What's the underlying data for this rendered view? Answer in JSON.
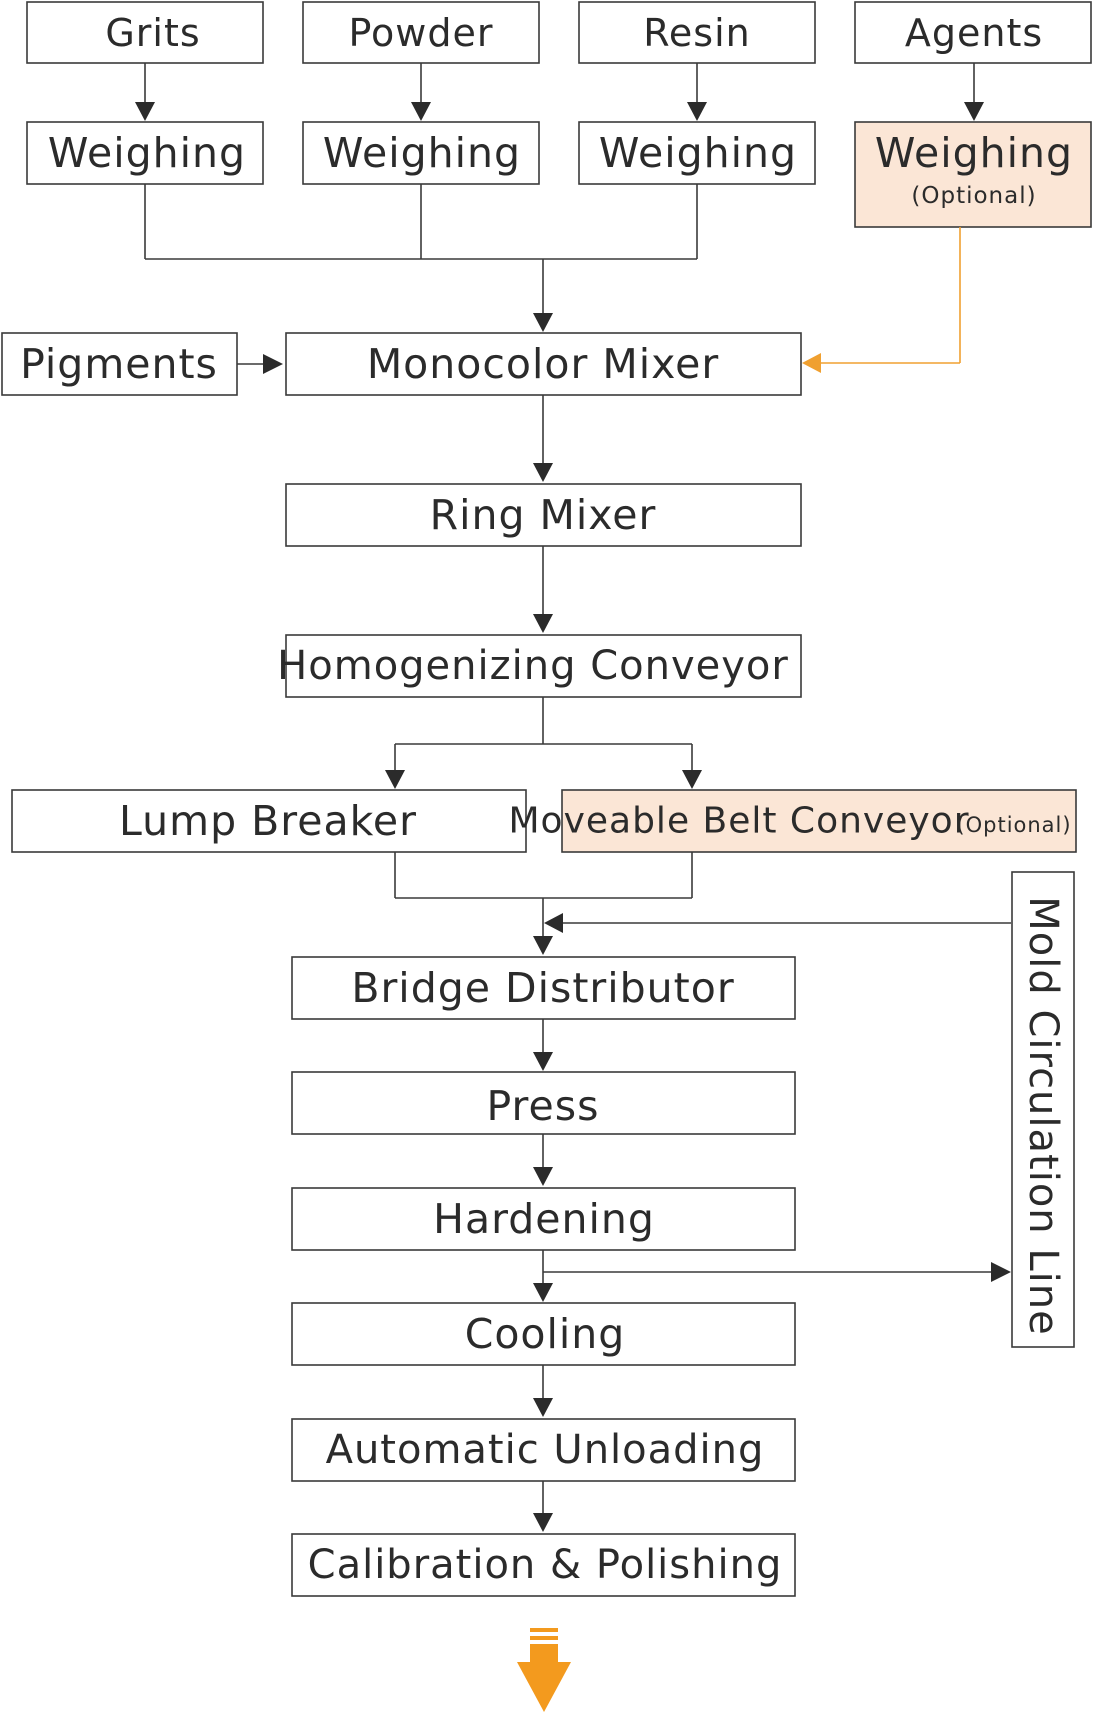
{
  "inputs": {
    "grits": "Grits",
    "powder": "Powder",
    "resin": "Resin",
    "agents": "Agents"
  },
  "weighing": {
    "label": "Weighing",
    "optional_note": "(Optional)"
  },
  "pigments": "Pigments",
  "monocolor_mixer": "Monocolor Mixer",
  "ring_mixer": "Ring Mixer",
  "homogenizing_conveyor": "Homogenizing Conveyor",
  "lump_breaker": "Lump Breaker",
  "moveable_belt_conveyor": {
    "label": "Moveable Belt Conveyor",
    "optional_note": "(Optional)"
  },
  "bridge_distributor": "Bridge Distributor",
  "press": "Press",
  "hardening": "Hardening",
  "cooling": "Cooling",
  "automatic_unloading": "Automatic Unloading",
  "calibration_polishing": "Calibration & Polishing",
  "mold_circulation_line": "Mold Circulation Line",
  "colors": {
    "optional_fill": "#fbe6d6",
    "optional_accent": "#f0a030",
    "stroke": "#3a3a3a",
    "text": "#2b2b2b",
    "continue_arrow": "#f39a1e"
  },
  "icons": {
    "continue": "down-arrow-icon"
  }
}
